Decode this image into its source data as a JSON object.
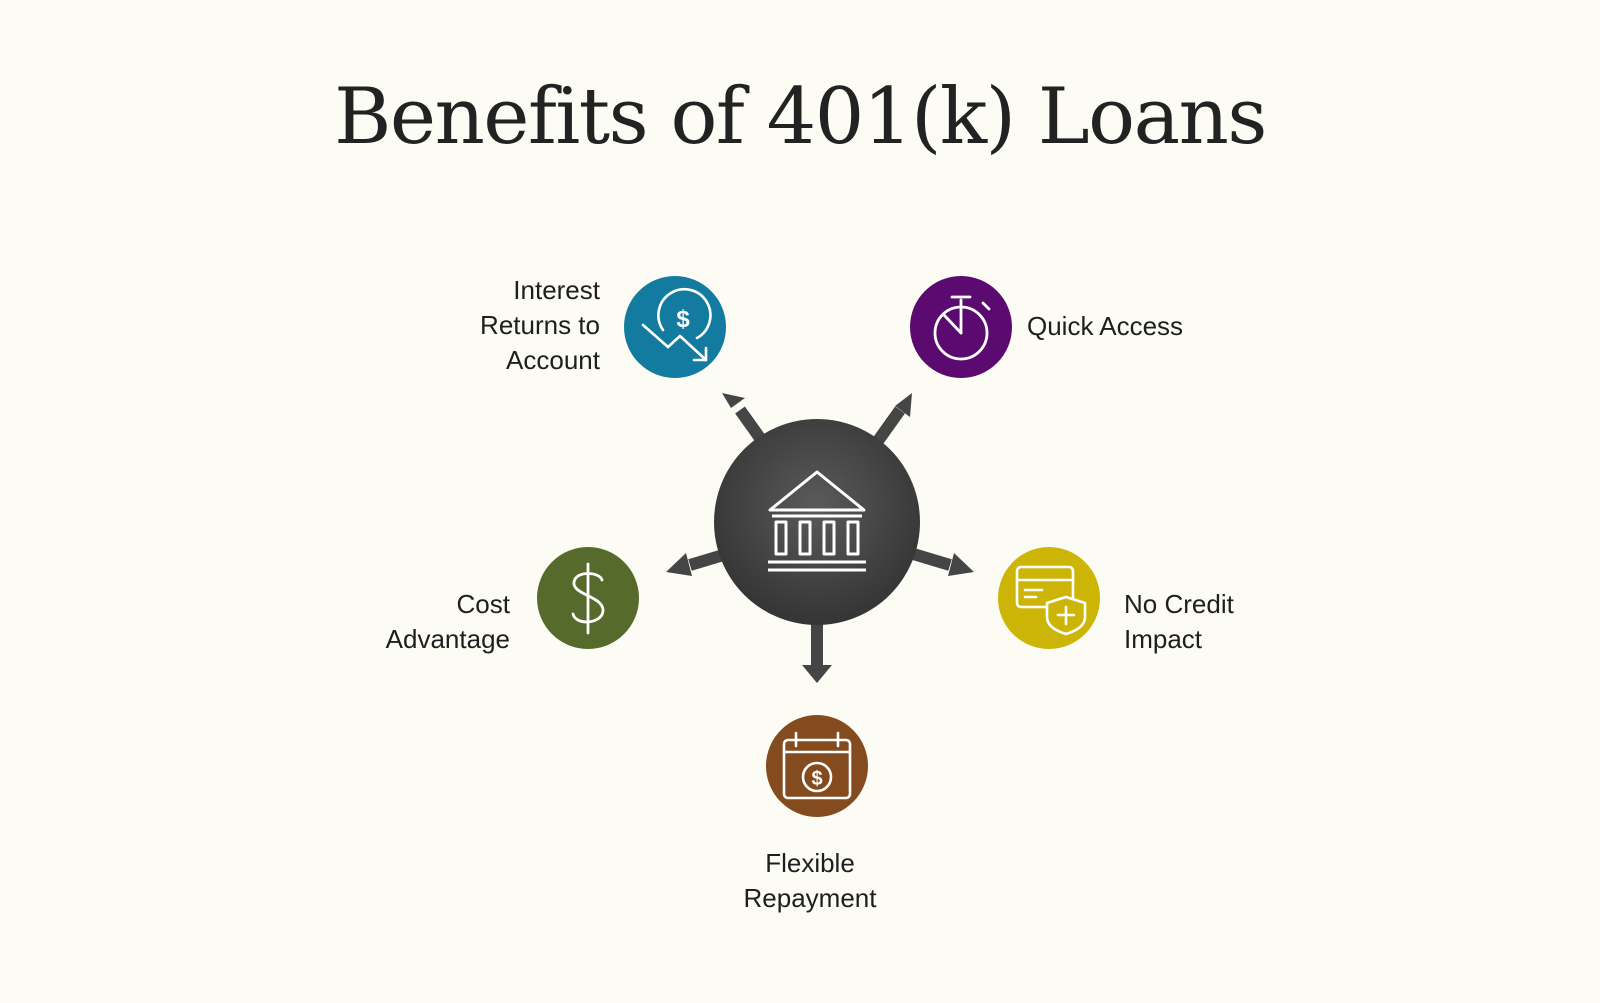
{
  "title": "Benefits of 401(k) Loans",
  "center": {
    "icon": "bank-icon",
    "color": "#474747"
  },
  "benefits": [
    {
      "id": "interest-returns",
      "label": "Interest\nReturns to\nAccount",
      "icon": "dollar-down-arrow-icon",
      "color": "#137b9f"
    },
    {
      "id": "quick-access",
      "label": "Quick Access",
      "icon": "stopwatch-icon",
      "color": "#5b0b6f"
    },
    {
      "id": "cost-advantage",
      "label": "Cost\nAdvantage",
      "icon": "dollar-sign-icon",
      "color": "#566b2b"
    },
    {
      "id": "no-credit-impact",
      "label": "No Credit\nImpact",
      "icon": "credit-card-shield-icon",
      "color": "#cdb508"
    },
    {
      "id": "flexible-repayment",
      "label": "Flexible\nRepayment",
      "icon": "calendar-dollar-icon",
      "color": "#844b1f"
    }
  ]
}
